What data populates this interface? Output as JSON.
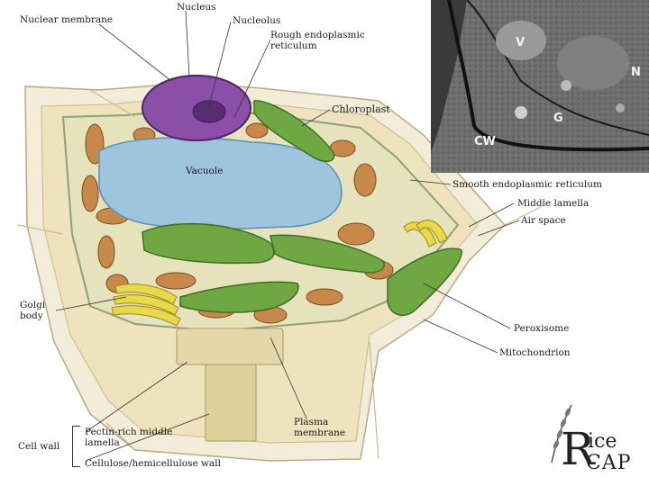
{
  "labels": {
    "nuclear_membrane": "Nuclear membrane",
    "nucleus": "Nucleus",
    "nucleolus": "Nucleolus",
    "rough_er": "Rough endoplasmic reticulum",
    "chloroplast": "Chloroplast",
    "vacuole": "Vacuole",
    "smooth_er": "Smooth endoplasmic reticulum",
    "middle_lamella": "Middle lamella",
    "air_space": "Air space",
    "golgi_body": "Golgi body",
    "peroxisome": "Peroxisome",
    "mitochondrion": "Mitochondrion",
    "plasma_membrane": "Plasma membrane",
    "cell_wall": "Cell wall",
    "pectin_rich": "Pectin-rich middle lamella",
    "cellulose_wall": "Cellulose/hemicellulose wall"
  },
  "micrograph": {
    "labels": [
      "V",
      "N",
      "G",
      "CW"
    ]
  },
  "logo": {
    "r": "R",
    "ice": "ice",
    "cap": "CAP"
  },
  "colors": {
    "cytoplasm": "#e8e6c4",
    "vacuole": "#9ec4de",
    "nucleus": "#8a4fa6",
    "chloroplast": "#6fa843",
    "mitochondria": "#c7884a",
    "golgi": "#e8d84a",
    "wall": "#f2ead6"
  }
}
